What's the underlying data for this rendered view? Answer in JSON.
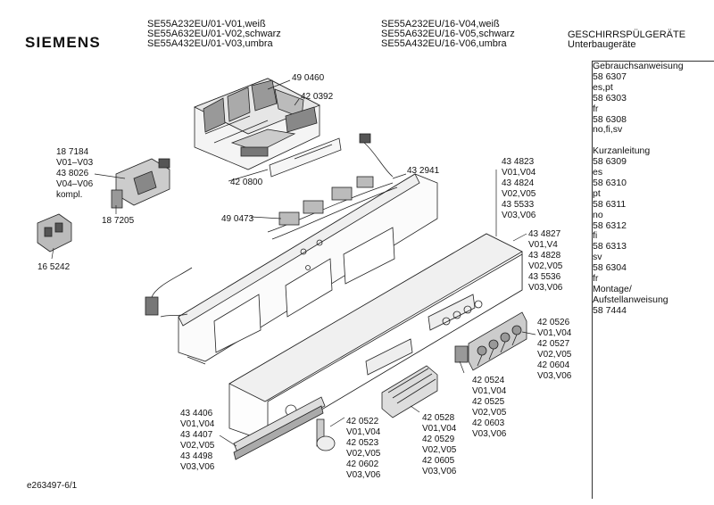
{
  "header": {
    "brand": "SIEMENS",
    "models_left": [
      "SE55A232EU/01-V01,weiß",
      "SE55A632EU/01-V02,schwarz",
      "SE55A432EU/01-V03,umbra"
    ],
    "models_right": [
      "SE55A232EU/16-V04,weiß",
      "SE55A632EU/16-V05,schwarz",
      "SE55A432EU/16-V06,umbra"
    ],
    "category": [
      "GESCHIRRSPÜLGERÄTE",
      "Unterbaugeräte"
    ]
  },
  "sidebar": {
    "lines": [
      "Gebrauchsanweisung",
      "58 6307",
      "es,pt",
      "58 6303",
      "fr",
      "58 6308",
      "no,fi,sv",
      "",
      "Kurzanleitung",
      "58 6309",
      "es",
      "58 6310",
      "pt",
      "58 6311",
      "no",
      "58 6312",
      "fi",
      "58 6313",
      "sv",
      "58 6304",
      "fr",
      "Montage/",
      "Aufstellanweisung",
      "58 7444"
    ]
  },
  "parts": [
    {
      "id": "p490460",
      "text": "49 0460"
    },
    {
      "id": "p420392",
      "text": "42 0392"
    },
    {
      "id": "p420800",
      "text": "42 0800"
    },
    {
      "id": "p432941",
      "text": "43 2941"
    },
    {
      "id": "p490473",
      "text": "49 0473"
    },
    {
      "id": "p187184",
      "text": "18 7184\nV01–V03\n43 8026\nV04–V06\nkompl."
    },
    {
      "id": "p187205",
      "text": "18 7205"
    },
    {
      "id": "p165242",
      "text": "16 5242"
    },
    {
      "id": "p434823",
      "text": "43 4823\nV01,V04\n43 4824\nV02,V05\n43 5533\nV03,V06"
    },
    {
      "id": "p434827",
      "text": "43 4827\nV01,V4\n43 4828\nV02,V05\n43 5536\nV03,V06"
    },
    {
      "id": "p420526",
      "text": "42 0526\nV01,V04\n42 0527\nV02,V05\n42 0604\nV03,V06"
    },
    {
      "id": "p420524",
      "text": "42 0524\nV01,V04\n42 0525\nV02,V05\n42 0603\nV03,V06"
    },
    {
      "id": "p420528",
      "text": "42 0528\nV01,V04\n42 0529\nV02,V05\n42 0605\nV03,V06"
    },
    {
      "id": "p420522",
      "text": "42 0522\nV01,V04\n42 0523\nV02,V05\n42 0602\nV03,V06"
    },
    {
      "id": "p434406",
      "text": "43 4406\nV01,V04\n43 4407\nV02,V05\n43 4498\nV03,V06"
    }
  ],
  "footer": {
    "code": "e263497-6/1"
  }
}
